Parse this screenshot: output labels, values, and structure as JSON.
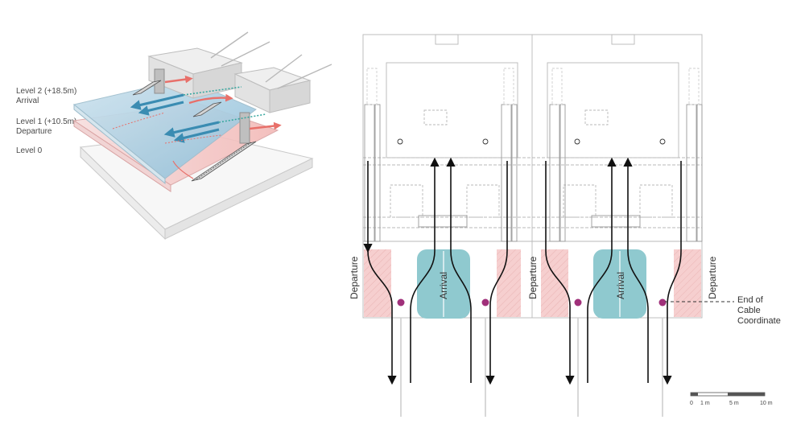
{
  "axon": {
    "level2": {
      "name": "Level 2 (+18.5m)",
      "use": "Arrival"
    },
    "level1": {
      "name": "Level 1 (+10.5m)",
      "use": "Departure"
    },
    "level0": {
      "name": "Level 0"
    }
  },
  "plan": {
    "departure_label": "Departure",
    "arrival_label": "Arrival",
    "annotation": [
      "End of",
      "Cable",
      "Coordinate"
    ],
    "scale": {
      "ticks": [
        "0",
        "1 m",
        "5 m",
        "10 m"
      ]
    }
  },
  "colors": {
    "departure_zone": "#f6cfcf",
    "arrival_zone": "#8fc9cf",
    "arrival_arrow": "#3a8cb2",
    "departure_arrow": "#e8706a",
    "cable_point": "#a0307a",
    "flow_line": "#111111",
    "plan_line": "#b8b8b8"
  }
}
